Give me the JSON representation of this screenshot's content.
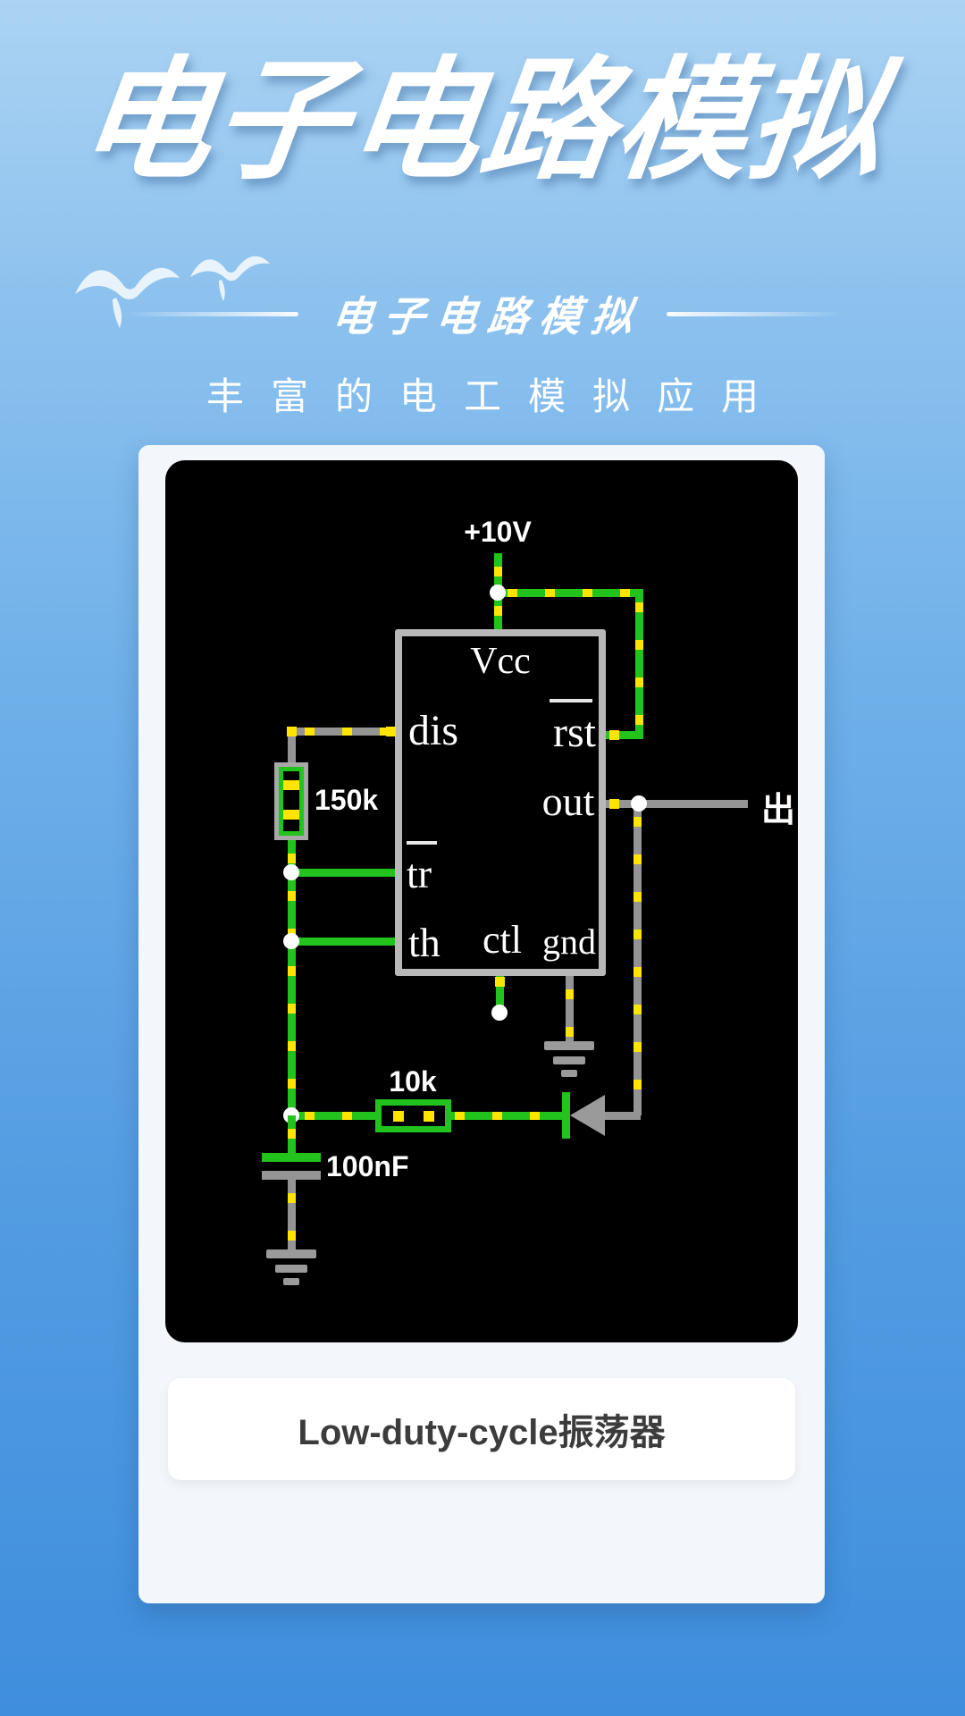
{
  "hero": {
    "title": "电子电路模拟",
    "subtitle": "电子电路模拟",
    "slogan": "丰富的电工模拟应用"
  },
  "circuit": {
    "supply_label": "+10V",
    "output_label": "出",
    "pins": {
      "vcc": "Vcc",
      "dis": "dis",
      "rst": "rst",
      "out": "out",
      "tr": "tr",
      "th": "th",
      "ctl": "ctl",
      "gnd": "gnd"
    },
    "components": {
      "r1": "150k",
      "r2": "10k",
      "c1": "100nF"
    },
    "colors": {
      "wire_green": "#22c31c",
      "wire_gray": "#949494",
      "dash_yellow": "#ffe400",
      "chip_border": "#b8b8b8",
      "canvas_bg": "#000000"
    }
  },
  "caption": {
    "label": "Low-duty-cycle振荡器"
  }
}
